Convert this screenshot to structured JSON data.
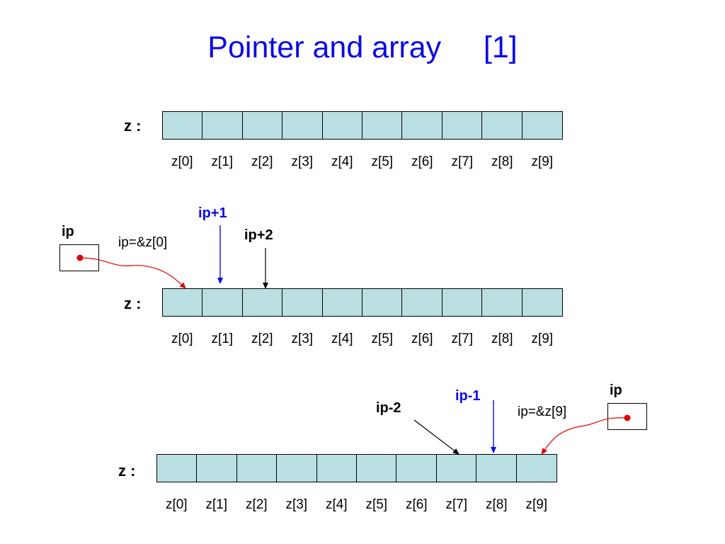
{
  "title": "Pointer and array     [1]",
  "z_label": "z :",
  "indices": [
    "z[0]",
    "z[1]",
    "z[2]",
    "z[3]",
    "z[4]",
    "z[5]",
    "z[6]",
    "z[7]",
    "z[8]",
    "z[9]"
  ],
  "diagram2": {
    "ip_label": "ip",
    "assign_label": "ip=&z[0]",
    "ip_plus1_label": "ip+1",
    "ip_plus2_label": "ip+2"
  },
  "diagram3": {
    "ip_label": "ip",
    "assign_label": "ip=&z[9]",
    "ip_minus1_label": "ip-1",
    "ip_minus2_label": "ip-2"
  },
  "colors": {
    "title": "#0a0ae6",
    "cell_fill": "#b9dfe3",
    "pointer_arrow": "#e00000",
    "blue_arrow": "#0a0ae6",
    "black_arrow": "#000000"
  }
}
